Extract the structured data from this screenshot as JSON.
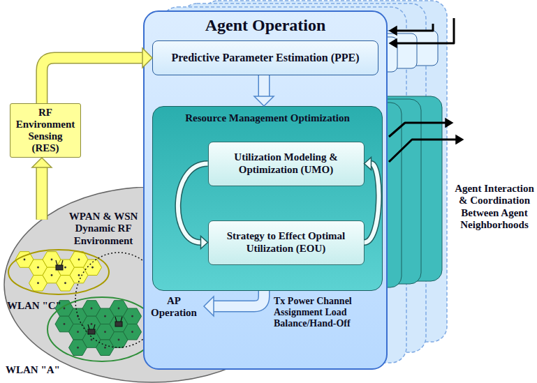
{
  "diagram": {
    "nodes": [
      {
        "text": [
          "Agent Operation"
        ]
      },
      {
        "text": [
          "Predictive Parameter Estimation (PPE)"
        ],
        "in": 0
      },
      {
        "text": [
          "Resource Management Optimization"
        ],
        "in": 0
      },
      {
        "text": [
          "Utilization Modeling & Optimization (UMO)"
        ],
        "in": 2
      },
      {
        "text": [
          "Strategy to Effect Optimal Utilization (EOU)"
        ],
        "in": 2
      },
      {
        "text": [
          "RF Environment Sensing (RES)"
        ]
      },
      {
        "text": [
          "WPAN & WSN Dynamic RF Environment"
        ]
      }
    ],
    "edges": [
      {
        "from": 6,
        "to": 5,
        "arrow": "to"
      },
      {
        "from": 5,
        "to": 1,
        "arrow": "to"
      },
      {
        "from": 1,
        "to": 2,
        "arrow": "to"
      },
      {
        "from": 3,
        "to": 4,
        "arrow": "to"
      },
      {
        "from": 4,
        "to": 3,
        "arrow": "to"
      }
    ],
    "labels": [
      "WLAN \"C\"",
      "WLAN \"A\"",
      "AP Operation",
      "Tx Power Channel Assignment Load Balance/Hand-Off",
      "Agent Interaction & Coordination Between Agent Neighborhoods"
    ]
  }
}
